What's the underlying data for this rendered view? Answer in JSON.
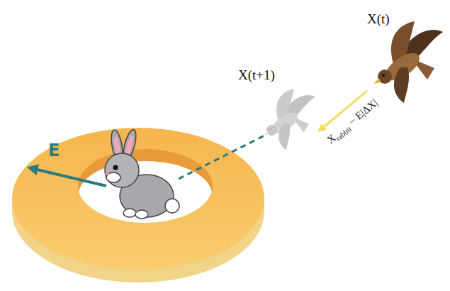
{
  "diagram": {
    "labels": [
      "X(t)",
      "X(t+1)",
      "E",
      "X",
      "rabbit",
      "− E|ΔX|"
    ]
  }
}
